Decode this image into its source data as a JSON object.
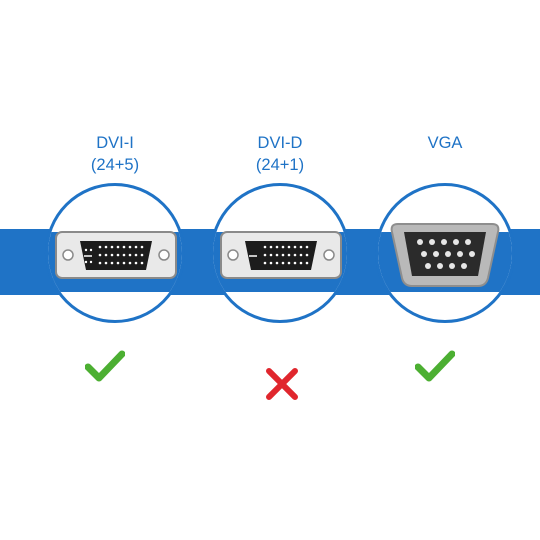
{
  "connectors": [
    {
      "name_line1": "DVI-I",
      "name_line2": "(24+5)",
      "compatible": true,
      "icon": "dvi-i-connector-icon"
    },
    {
      "name_line1": "DVI-D",
      "name_line2": "(24+1)",
      "compatible": false,
      "icon": "dvi-d-connector-icon"
    },
    {
      "name_line1": "VGA",
      "name_line2": "",
      "compatible": true,
      "icon": "vga-connector-icon"
    }
  ],
  "colors": {
    "brand_blue": "#1f73c6",
    "check_green": "#4caf32",
    "cross_red": "#e0262d"
  }
}
